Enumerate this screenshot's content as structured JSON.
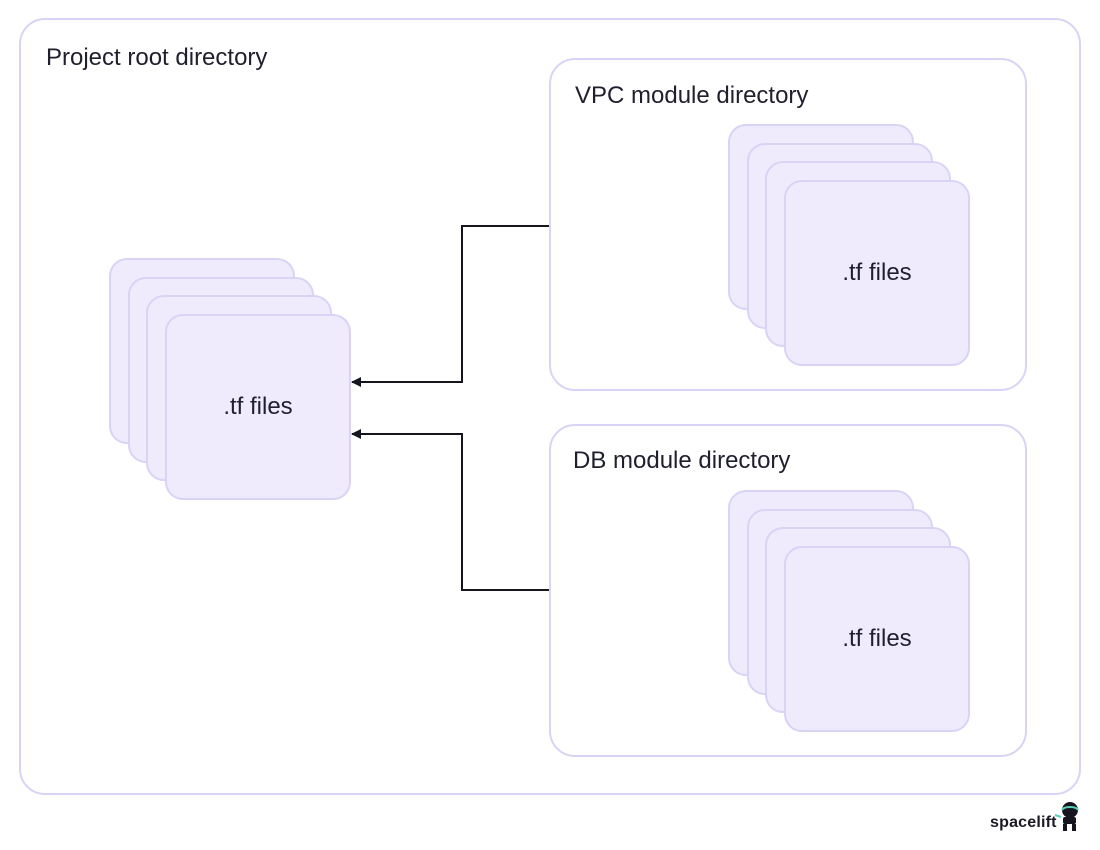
{
  "root": {
    "label": "Project root directory",
    "files_label": ".tf files"
  },
  "modules": {
    "vpc": {
      "label": "VPC module directory",
      "files_label": ".tf files"
    },
    "db": {
      "label": "DB module directory",
      "files_label": ".tf files"
    }
  },
  "brand": {
    "name": "spacelift",
    "icon": "astronaut-icon"
  },
  "colors": {
    "border": "#d9d3f5",
    "card_fill": "#efebfc",
    "connector": "#151520"
  }
}
